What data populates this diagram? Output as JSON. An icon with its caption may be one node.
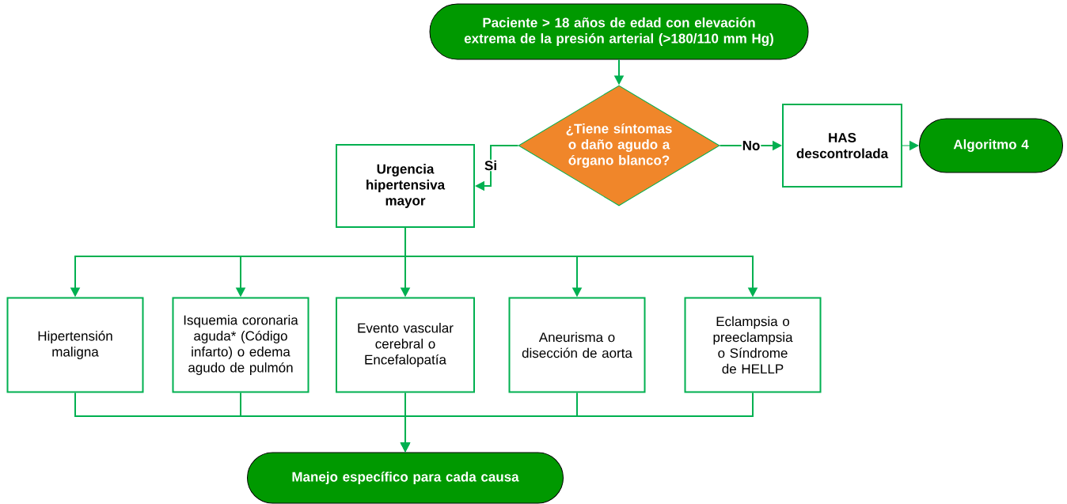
{
  "diagram": {
    "nodes": [
      {
        "text": [
          "Paciente > 18 años de edad con elevación extrema de la presión arterial (>180/110 mm Hg)"
        ]
      },
      {
        "text": [
          "¿Tiene síntomas o daño agudo a órgano blanco?"
        ]
      },
      {
        "text": [
          "Urgencia hipertensiva mayor"
        ]
      },
      {
        "text": [
          "HAS descontrolada"
        ]
      },
      {
        "text": [
          "Algoritmo 4"
        ]
      },
      {
        "text": [
          "Hipertensión maligna"
        ]
      },
      {
        "text": [
          "Isquemia coronaria aguda* (Código infarto) o edema agudo de pulmón"
        ]
      },
      {
        "text": [
          "Evento vascular cerebral o Encefalopatía"
        ]
      },
      {
        "text": [
          "Aneurisma o disección de aorta"
        ]
      },
      {
        "text": [
          "Eclampsia o preeclampsia o Síndrome de HELLP"
        ]
      },
      {
        "text": [
          "Manejo específico para cada causa"
        ]
      }
    ],
    "edges": [
      {
        "from": 0,
        "to": 1,
        "arrow": "to"
      },
      {
        "from": 1,
        "to": 2,
        "arrow": "to",
        "label": "Si"
      },
      {
        "from": 1,
        "to": 3,
        "arrow": "to",
        "label": "No"
      },
      {
        "from": 3,
        "to": 4,
        "arrow": "to"
      },
      {
        "from": 2,
        "to": 5,
        "arrow": "to"
      },
      {
        "from": 2,
        "to": 6,
        "arrow": "to"
      },
      {
        "from": 2,
        "to": 7,
        "arrow": "to"
      },
      {
        "from": 2,
        "to": 8,
        "arrow": "to"
      },
      {
        "from": 2,
        "to": 9,
        "arrow": "to"
      },
      {
        "from": 5,
        "to": 10,
        "arrow": "to"
      },
      {
        "from": 6,
        "to": 10,
        "arrow": "to"
      },
      {
        "from": 7,
        "to": 10,
        "arrow": "to"
      },
      {
        "from": 8,
        "to": 10,
        "arrow": "to"
      },
      {
        "from": 9,
        "to": 10,
        "arrow": "to"
      }
    ]
  }
}
